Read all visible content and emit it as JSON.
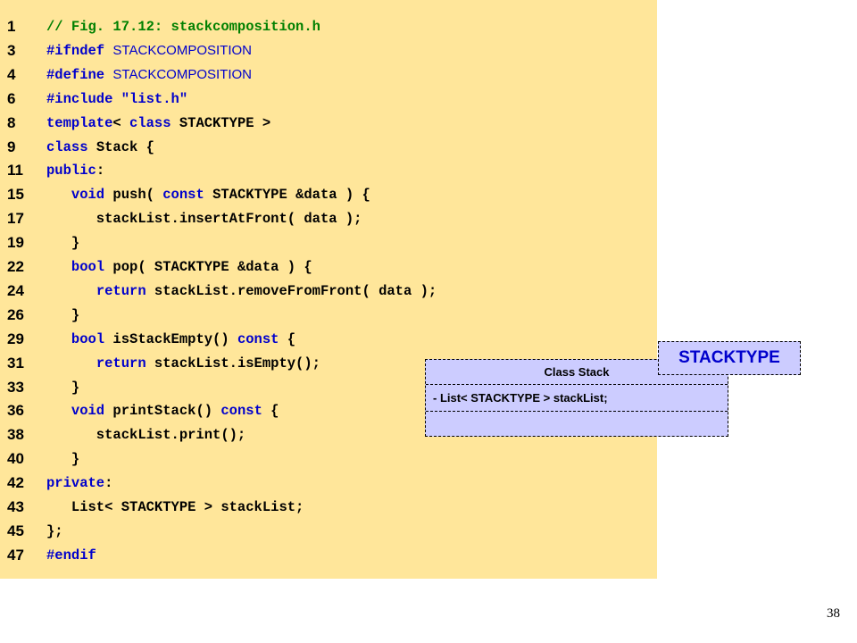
{
  "code": [
    {
      "num": "1",
      "segs": [
        {
          "c": "comment",
          "t": "// Fig. 17.12: stackcomposition.h"
        }
      ]
    },
    {
      "num": "3",
      "segs": [
        {
          "c": "kw",
          "t": "#ifndef "
        },
        {
          "c": "macro",
          "t": "STACKCOMPOSITION"
        }
      ]
    },
    {
      "num": "4",
      "segs": [
        {
          "c": "kw",
          "t": "#define "
        },
        {
          "c": "macro",
          "t": "STACKCOMPOSITION"
        }
      ]
    },
    {
      "num": "6",
      "segs": [
        {
          "c": "kw",
          "t": "#include "
        },
        {
          "c": "str",
          "t": "\"list.h\""
        }
      ]
    },
    {
      "num": "8",
      "segs": [
        {
          "c": "kw",
          "t": "template"
        },
        {
          "c": "plain",
          "t": "< "
        },
        {
          "c": "kw",
          "t": "class"
        },
        {
          "c": "plain",
          "t": " STACKTYPE >"
        }
      ]
    },
    {
      "num": "9",
      "segs": [
        {
          "c": "kw",
          "t": "class"
        },
        {
          "c": "plain",
          "t": " Stack {"
        }
      ]
    },
    {
      "num": "11",
      "segs": [
        {
          "c": "kw",
          "t": "public"
        },
        {
          "c": "plain",
          "t": ":"
        }
      ]
    },
    {
      "num": "15",
      "segs": [
        {
          "c": "plain",
          "t": "   "
        },
        {
          "c": "kw",
          "t": "void"
        },
        {
          "c": "plain",
          "t": " push( "
        },
        {
          "c": "kw",
          "t": "const"
        },
        {
          "c": "plain",
          "t": " STACKTYPE &data ) {"
        }
      ]
    },
    {
      "num": "17",
      "segs": [
        {
          "c": "plain",
          "t": "      stackList.insertAtFront( data );"
        }
      ]
    },
    {
      "num": "19",
      "segs": [
        {
          "c": "plain",
          "t": "   }"
        }
      ]
    },
    {
      "num": "22",
      "segs": [
        {
          "c": "plain",
          "t": "   "
        },
        {
          "c": "kw",
          "t": "bool"
        },
        {
          "c": "plain",
          "t": " pop( STACKTYPE &data ) {"
        }
      ]
    },
    {
      "num": "24",
      "segs": [
        {
          "c": "plain",
          "t": "      "
        },
        {
          "c": "kw",
          "t": "return"
        },
        {
          "c": "plain",
          "t": " stackList.removeFromFront( data );"
        }
      ]
    },
    {
      "num": "26",
      "segs": [
        {
          "c": "plain",
          "t": "   }"
        }
      ]
    },
    {
      "num": "29",
      "segs": [
        {
          "c": "plain",
          "t": "   "
        },
        {
          "c": "kw",
          "t": "bool"
        },
        {
          "c": "plain",
          "t": " isStackEmpty() "
        },
        {
          "c": "kw",
          "t": "const"
        },
        {
          "c": "plain",
          "t": " {"
        }
      ]
    },
    {
      "num": "31",
      "segs": [
        {
          "c": "plain",
          "t": "      "
        },
        {
          "c": "kw",
          "t": "return"
        },
        {
          "c": "plain",
          "t": " stackList.isEmpty();"
        }
      ]
    },
    {
      "num": "33",
      "segs": [
        {
          "c": "plain",
          "t": "   }"
        }
      ]
    },
    {
      "num": "36",
      "segs": [
        {
          "c": "plain",
          "t": "   "
        },
        {
          "c": "kw",
          "t": "void"
        },
        {
          "c": "plain",
          "t": " printStack() "
        },
        {
          "c": "kw",
          "t": "const"
        },
        {
          "c": "plain",
          "t": " {"
        }
      ]
    },
    {
      "num": "38",
      "segs": [
        {
          "c": "plain",
          "t": "      stackList.print();"
        }
      ]
    },
    {
      "num": "40",
      "segs": [
        {
          "c": "plain",
          "t": "   }"
        }
      ]
    },
    {
      "num": "42",
      "segs": [
        {
          "c": "kw",
          "t": "private"
        },
        {
          "c": "plain",
          "t": ":"
        }
      ]
    },
    {
      "num": "43",
      "segs": [
        {
          "c": "plain",
          "t": "   List< STACKTYPE > stackList;"
        }
      ]
    },
    {
      "num": "45",
      "segs": [
        {
          "c": "plain",
          "t": "};"
        }
      ]
    },
    {
      "num": "47",
      "segs": [
        {
          "c": "kw",
          "t": "#endif"
        }
      ]
    }
  ],
  "uml": {
    "title": "Class  Stack",
    "attribute": "- List< STACKTYPE > stackList;",
    "template_param": "STACKTYPE"
  },
  "colors": {
    "code_background": "#FFE69A",
    "keyword": "#0000CC",
    "comment": "#008000",
    "uml_fill": "#CCCCFF"
  },
  "page_number": "38"
}
